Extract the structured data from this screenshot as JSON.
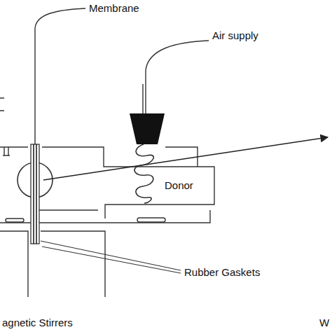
{
  "diagram": {
    "labels": [
      "Membrane",
      "Air supply",
      "Donor",
      "Rubber Gaskets",
      "agnetic Stirrers",
      "W"
    ]
  }
}
